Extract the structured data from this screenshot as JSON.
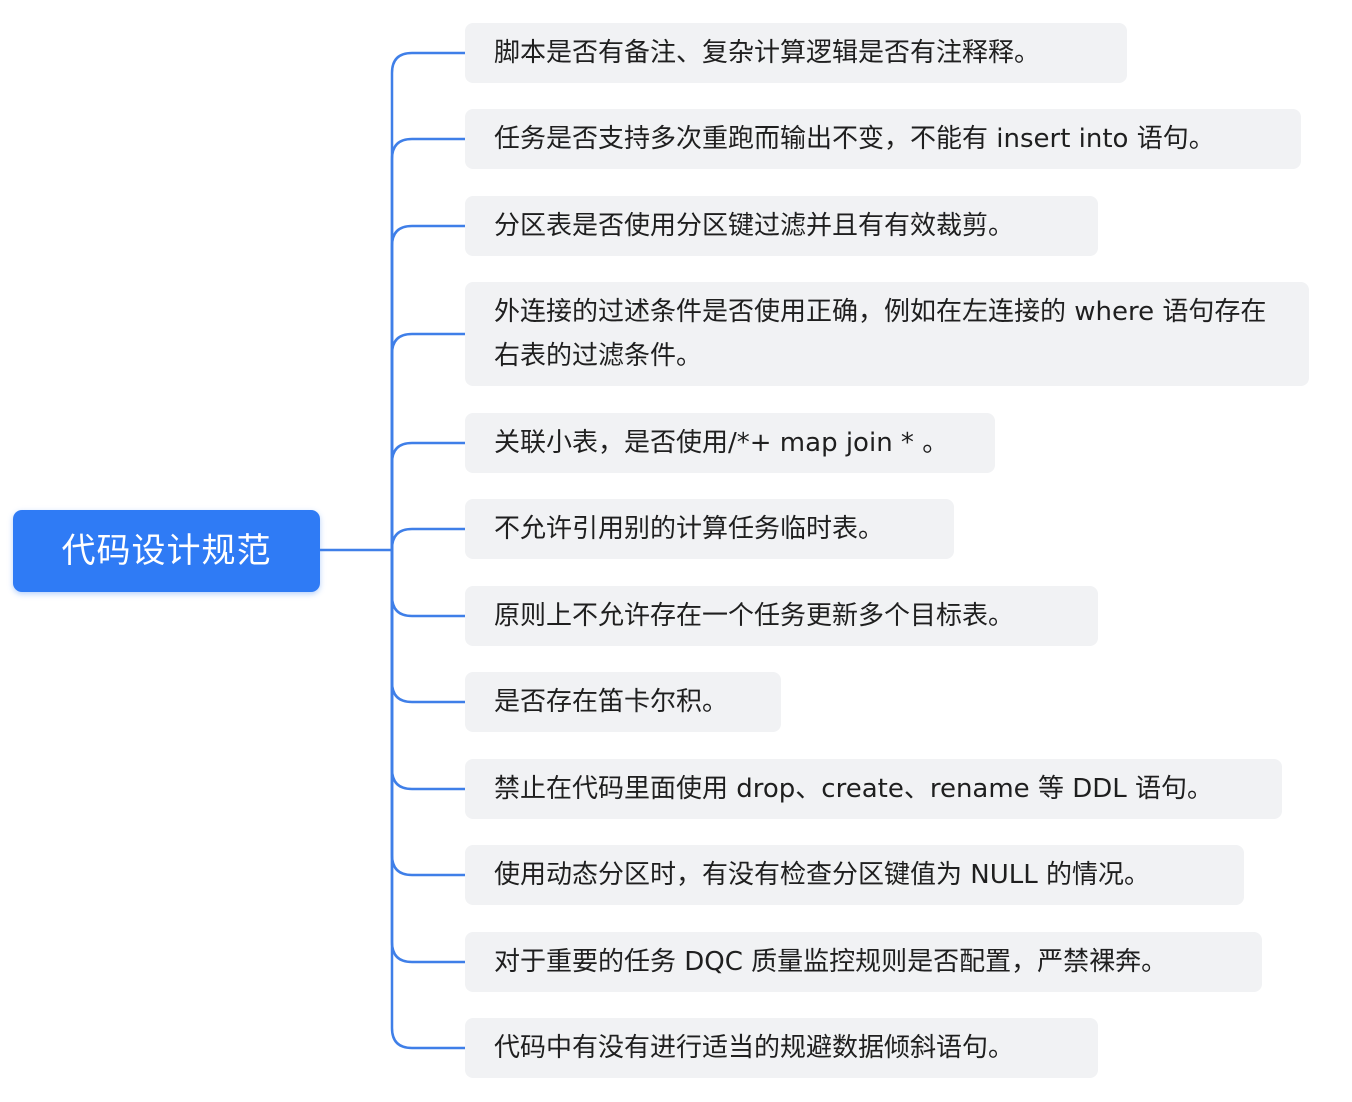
{
  "root": {
    "label": "代码设计规范"
  },
  "items": [
    {
      "label": "脚本是否有备注、复杂计算逻辑是否有注释释。"
    },
    {
      "label": "任务是否支持多次重跑而输出不变，不能有 insert into 语句。"
    },
    {
      "label": "分区表是否使用分区键过滤并且有有效裁剪。"
    },
    {
      "label": "外连接的过述条件是否使用正确，例如在左连接的 where 语句存在右表的过滤条件。"
    },
    {
      "label": "关联小表，是否使用/*+ map join * 。"
    },
    {
      "label": "不允许引用别的计算任务临时表。"
    },
    {
      "label": "原则上不允许存在一个任务更新多个目标表。"
    },
    {
      "label": "是否存在笛卡尔积。"
    },
    {
      "label": "禁止在代码里面使用 drop、create、rename 等 DDL 语句。"
    },
    {
      "label": "使用动态分区时，有没有检查分区键值为 NULL 的情况。"
    },
    {
      "label": "对于重要的任务 DQC 质量监控规则是否配置，严禁裸奔。"
    },
    {
      "label": "代码中有没有进行适当的规避数据倾斜语句。"
    }
  ],
  "colors": {
    "root_fill": "#2f7bf5",
    "connector": "#3f7fe8",
    "child_fill": "#f1f2f4",
    "child_text": "#1f1f1f"
  }
}
